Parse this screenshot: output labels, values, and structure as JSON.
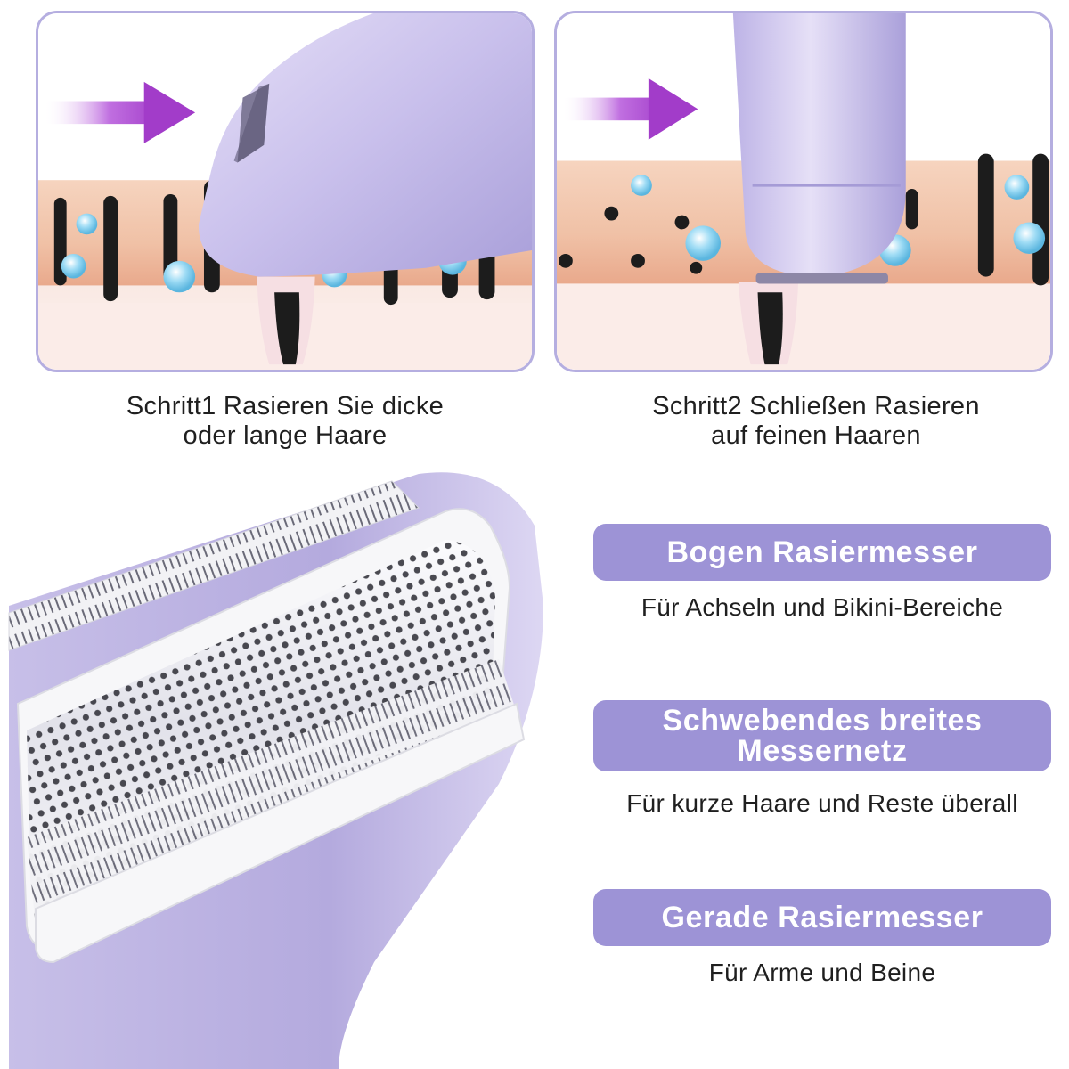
{
  "steps": [
    {
      "caption_line1": "Schritt1 Rasieren Sie dicke",
      "caption_line2": "oder lange Haare"
    },
    {
      "caption_line1": "Schritt2 Schließen Rasieren",
      "caption_line2": "auf feinen Haaren"
    }
  ],
  "features": [
    {
      "title_lines": [
        "Bogen Rasiermesser"
      ],
      "description": "Für Achseln und Bikini-Bereiche"
    },
    {
      "title_lines": [
        "Schwebendes breites",
        "Messernetz"
      ],
      "description": "Für kurze Haare und Reste überall"
    },
    {
      "title_lines": [
        "Gerade Rasiermesser"
      ],
      "description": "Für Arme und Beine"
    }
  ],
  "colors": {
    "accent_purple": "#9d93d6",
    "panel_border": "#b5aee0",
    "device_lavender": "#c7bfe8",
    "arrow_magenta": "#b04fd0",
    "skin": "#f3cdb6",
    "hair": "#1c1c1c",
    "droplet": "#8fd3f0"
  },
  "icons": {
    "step_arrow": "right-arrow-icon"
  }
}
